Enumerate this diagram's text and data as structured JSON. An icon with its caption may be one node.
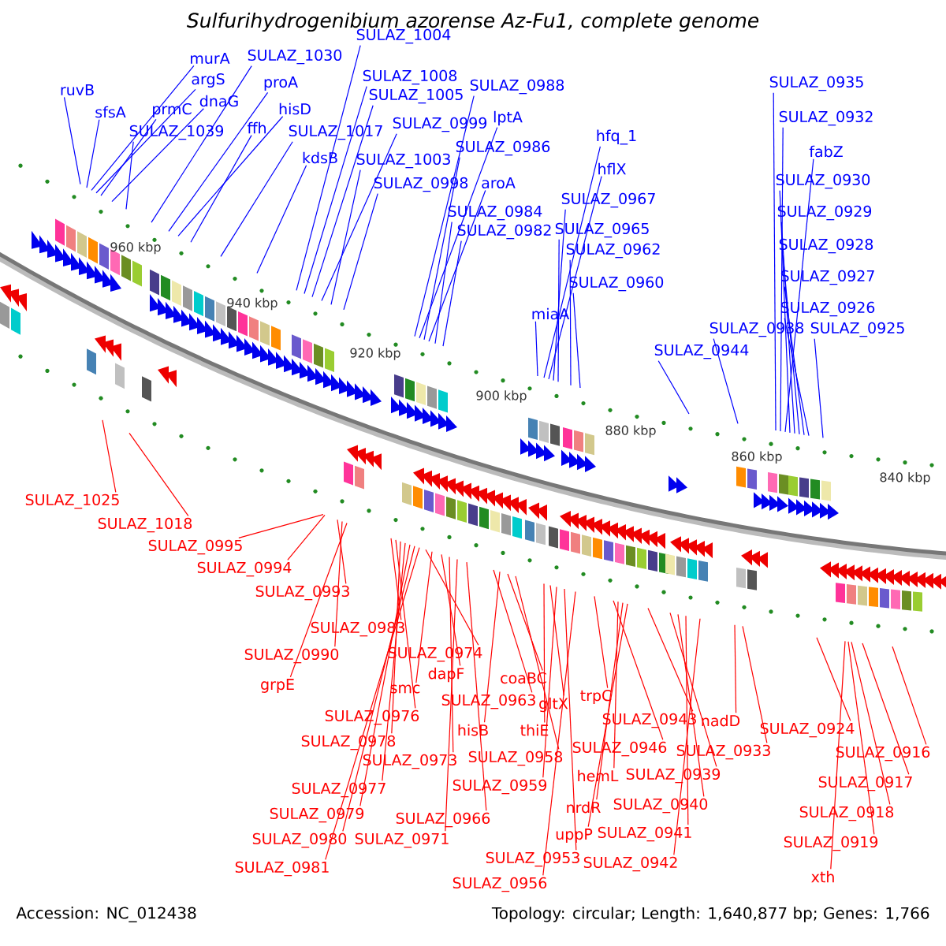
{
  "diagram": {
    "title": "Sulfurihydrogenibium azorense Az-Fu1, complete genome",
    "nodes": [
      {
        "text": [
          "ruvB"
        ]
      },
      {
        "text": [
          "sfsA"
        ]
      },
      {
        "text": [
          "murA"
        ]
      },
      {
        "text": [
          "argS"
        ]
      },
      {
        "text": [
          "prmC"
        ]
      },
      {
        "text": [
          "dnaG"
        ]
      },
      {
        "text": [
          "SULAZ_1039"
        ]
      },
      {
        "text": [
          "SULAZ_1030"
        ]
      },
      {
        "text": [
          "proA"
        ]
      },
      {
        "text": [
          "hisD"
        ]
      },
      {
        "text": [
          "ffh"
        ]
      },
      {
        "text": [
          "SULAZ_1017"
        ]
      },
      {
        "text": [
          "kdsB"
        ]
      },
      {
        "text": [
          "SULAZ_1004"
        ]
      },
      {
        "text": [
          "SULAZ_1008"
        ]
      },
      {
        "text": [
          "SULAZ_1005"
        ]
      },
      {
        "text": [
          "SULAZ_0999"
        ]
      },
      {
        "text": [
          "SULAZ_1003"
        ]
      },
      {
        "text": [
          "SULAZ_0998"
        ]
      },
      {
        "text": [
          "SULAZ_0988"
        ]
      },
      {
        "text": [
          "lptA"
        ]
      },
      {
        "text": [
          "SULAZ_0986"
        ]
      },
      {
        "text": [
          "aroA"
        ]
      },
      {
        "text": [
          "SULAZ_0984"
        ]
      },
      {
        "text": [
          "SULAZ_0982"
        ]
      },
      {
        "text": [
          "hfq_1"
        ]
      },
      {
        "text": [
          "hflX"
        ]
      },
      {
        "text": [
          "SULAZ_0967"
        ]
      },
      {
        "text": [
          "SULAZ_0965"
        ]
      },
      {
        "text": [
          "SULAZ_0962"
        ]
      },
      {
        "text": [
          "SULAZ_0960"
        ]
      },
      {
        "text": [
          "miaA"
        ]
      },
      {
        "text": [
          "SULAZ_0944"
        ]
      },
      {
        "text": [
          "SULAZ_0938"
        ]
      },
      {
        "text": [
          "SULAZ_0935"
        ]
      },
      {
        "text": [
          "SULAZ_0932"
        ]
      },
      {
        "text": [
          "fabZ"
        ]
      },
      {
        "text": [
          "SULAZ_0930"
        ]
      },
      {
        "text": [
          "SULAZ_0929"
        ]
      },
      {
        "text": [
          "SULAZ_0928"
        ]
      },
      {
        "text": [
          "SULAZ_0927"
        ]
      },
      {
        "text": [
          "SULAZ_0926"
        ]
      },
      {
        "text": [
          "SULAZ_0925"
        ]
      },
      {
        "text": [
          "SULAZ_1025"
        ]
      },
      {
        "text": [
          "SULAZ_1018"
        ]
      },
      {
        "text": [
          "SULAZ_0995"
        ]
      },
      {
        "text": [
          "SULAZ_0994"
        ]
      },
      {
        "text": [
          "SULAZ_0993"
        ]
      },
      {
        "text": [
          "SULAZ_0983"
        ]
      },
      {
        "text": [
          "SULAZ_0990"
        ]
      },
      {
        "text": [
          "grpE"
        ]
      },
      {
        "text": [
          "SULAZ_0974"
        ]
      },
      {
        "text": [
          "dapF"
        ]
      },
      {
        "text": [
          "smc"
        ]
      },
      {
        "text": [
          "SULAZ_0976"
        ]
      },
      {
        "text": [
          "SULAZ_0978"
        ]
      },
      {
        "text": [
          "SULAZ_0973"
        ]
      },
      {
        "text": [
          "SULAZ_0977"
        ]
      },
      {
        "text": [
          "SULAZ_0979"
        ]
      },
      {
        "text": [
          "SULAZ_0980"
        ]
      },
      {
        "text": [
          "SULAZ_0971"
        ]
      },
      {
        "text": [
          "SULAZ_0981"
        ]
      },
      {
        "text": [
          "SULAZ_0966"
        ]
      },
      {
        "text": [
          "SULAZ_0963"
        ]
      },
      {
        "text": [
          "hisB"
        ]
      },
      {
        "text": [
          "coaBC"
        ]
      },
      {
        "text": [
          "SULAZ_0958"
        ]
      },
      {
        "text": [
          "thiE"
        ]
      },
      {
        "text": [
          "gltX"
        ]
      },
      {
        "text": [
          "SULAZ_0959"
        ]
      },
      {
        "text": [
          "trpC"
        ]
      },
      {
        "text": [
          "SULAZ_0953"
        ]
      },
      {
        "text": [
          "SULAZ_0956"
        ]
      },
      {
        "text": [
          "SULAZ_0943"
        ]
      },
      {
        "text": [
          "SULAZ_0946"
        ]
      },
      {
        "text": [
          "hemL"
        ]
      },
      {
        "text": [
          "SULAZ_0939"
        ]
      },
      {
        "text": [
          "nrdR"
        ]
      },
      {
        "text": [
          "SULAZ_0940"
        ]
      },
      {
        "text": [
          "uppP"
        ]
      },
      {
        "text": [
          "SULAZ_0941"
        ]
      },
      {
        "text": [
          "SULAZ_0942"
        ]
      },
      {
        "text": [
          "nadD"
        ]
      },
      {
        "text": [
          "SULAZ_0933"
        ]
      },
      {
        "text": [
          "SULAZ_0924"
        ]
      },
      {
        "text": [
          "SULAZ_0916"
        ]
      },
      {
        "text": [
          "SULAZ_0917"
        ]
      },
      {
        "text": [
          "SULAZ_0918"
        ]
      },
      {
        "text": [
          "SULAZ_0919"
        ]
      },
      {
        "text": [
          "xth"
        ]
      }
    ],
    "edges": [
      {
        "from": 0,
        "to": null,
        "arrow": "none",
        "color": "#0000ff"
      },
      {
        "from": 1,
        "to": null,
        "arrow": "none",
        "color": "#0000ff"
      },
      {
        "from": 2,
        "to": null,
        "arrow": "none",
        "color": "#0000ff"
      },
      {
        "from": 3,
        "to": null,
        "arrow": "none",
        "color": "#0000ff"
      },
      {
        "from": 4,
        "to": null,
        "arrow": "none",
        "color": "#0000ff"
      },
      {
        "from": 5,
        "to": null,
        "arrow": "none",
        "color": "#0000ff"
      },
      {
        "from": 6,
        "to": null,
        "arrow": "none",
        "color": "#0000ff"
      },
      {
        "from": 7,
        "to": null,
        "arrow": "none",
        "color": "#0000ff"
      },
      {
        "from": 8,
        "to": null,
        "arrow": "none",
        "color": "#0000ff"
      },
      {
        "from": 9,
        "to": null,
        "arrow": "none",
        "color": "#0000ff"
      },
      {
        "from": 10,
        "to": null,
        "arrow": "none",
        "color": "#0000ff"
      },
      {
        "from": 11,
        "to": null,
        "arrow": "none",
        "color": "#0000ff"
      },
      {
        "from": 12,
        "to": null,
        "arrow": "none",
        "color": "#0000ff"
      },
      {
        "from": 13,
        "to": null,
        "arrow": "none",
        "color": "#0000ff"
      },
      {
        "from": 14,
        "to": null,
        "arrow": "none",
        "color": "#0000ff"
      },
      {
        "from": 15,
        "to": null,
        "arrow": "none",
        "color": "#0000ff"
      },
      {
        "from": 16,
        "to": null,
        "arrow": "none",
        "color": "#0000ff"
      },
      {
        "from": 17,
        "to": null,
        "arrow": "none",
        "color": "#0000ff"
      },
      {
        "from": 18,
        "to": null,
        "arrow": "none",
        "color": "#0000ff"
      },
      {
        "from": 19,
        "to": null,
        "arrow": "none",
        "color": "#0000ff"
      },
      {
        "from": 20,
        "to": null,
        "arrow": "none",
        "color": "#0000ff"
      },
      {
        "from": 21,
        "to": null,
        "arrow": "none",
        "color": "#0000ff"
      },
      {
        "from": 22,
        "to": null,
        "arrow": "none",
        "color": "#0000ff"
      },
      {
        "from": 23,
        "to": null,
        "arrow": "none",
        "color": "#0000ff"
      },
      {
        "from": 24,
        "to": null,
        "arrow": "none",
        "color": "#0000ff"
      },
      {
        "from": 25,
        "to": null,
        "arrow": "none",
        "color": "#0000ff"
      },
      {
        "from": 26,
        "to": null,
        "arrow": "none",
        "color": "#0000ff"
      },
      {
        "from": 27,
        "to": null,
        "arrow": "none",
        "color": "#0000ff"
      },
      {
        "from": 28,
        "to": null,
        "arrow": "none",
        "color": "#0000ff"
      },
      {
        "from": 29,
        "to": null,
        "arrow": "none",
        "color": "#0000ff"
      },
      {
        "from": 30,
        "to": null,
        "arrow": "none",
        "color": "#0000ff"
      },
      {
        "from": 31,
        "to": null,
        "arrow": "none",
        "color": "#0000ff"
      },
      {
        "from": 32,
        "to": null,
        "arrow": "none",
        "color": "#0000ff"
      },
      {
        "from": 33,
        "to": null,
        "arrow": "none",
        "color": "#0000ff"
      },
      {
        "from": 34,
        "to": null,
        "arrow": "none",
        "color": "#0000ff"
      },
      {
        "from": 35,
        "to": null,
        "arrow": "none",
        "color": "#0000ff"
      },
      {
        "from": 36,
        "to": null,
        "arrow": "none",
        "color": "#0000ff"
      },
      {
        "from": 37,
        "to": null,
        "arrow": "none",
        "color": "#0000ff"
      },
      {
        "from": 38,
        "to": null,
        "arrow": "none",
        "color": "#0000ff"
      },
      {
        "from": 39,
        "to": null,
        "arrow": "none",
        "color": "#0000ff"
      },
      {
        "from": 40,
        "to": null,
        "arrow": "none",
        "color": "#0000ff"
      },
      {
        "from": 41,
        "to": null,
        "arrow": "none",
        "color": "#0000ff"
      },
      {
        "from": 42,
        "to": null,
        "arrow": "none",
        "color": "#0000ff"
      },
      {
        "from": 43,
        "to": null,
        "arrow": "none"
      },
      {
        "from": 44,
        "to": null,
        "arrow": "none"
      },
      {
        "from": 45,
        "to": null,
        "arrow": "none"
      },
      {
        "from": 46,
        "to": null,
        "arrow": "none"
      },
      {
        "from": 47,
        "to": null,
        "arrow": "none"
      },
      {
        "from": 48,
        "to": null,
        "arrow": "none"
      },
      {
        "from": 49,
        "to": null,
        "arrow": "none"
      },
      {
        "from": 50,
        "to": null,
        "arrow": "none"
      },
      {
        "from": 51,
        "to": null,
        "arrow": "none"
      },
      {
        "from": 52,
        "to": null,
        "arrow": "none"
      },
      {
        "from": 53,
        "to": null,
        "arrow": "none"
      },
      {
        "from": 54,
        "to": null,
        "arrow": "none"
      },
      {
        "from": 55,
        "to": null,
        "arrow": "none"
      },
      {
        "from": 56,
        "to": null,
        "arrow": "none"
      },
      {
        "from": 57,
        "to": null,
        "arrow": "none"
      },
      {
        "from": 58,
        "to": null,
        "arrow": "none"
      },
      {
        "from": 59,
        "to": null,
        "arrow": "none"
      },
      {
        "from": 60,
        "to": null,
        "arrow": "none"
      },
      {
        "from": 61,
        "to": null,
        "arrow": "none"
      },
      {
        "from": 62,
        "to": null,
        "arrow": "none"
      },
      {
        "from": 63,
        "to": null,
        "arrow": "none"
      },
      {
        "from": 64,
        "to": null,
        "arrow": "none"
      },
      {
        "from": 65,
        "to": null,
        "arrow": "none"
      },
      {
        "from": 66,
        "to": null,
        "arrow": "none"
      },
      {
        "from": 67,
        "to": null,
        "arrow": "none"
      },
      {
        "from": 68,
        "to": null,
        "arrow": "none"
      },
      {
        "from": 69,
        "to": null,
        "arrow": "none"
      },
      {
        "from": 70,
        "to": null,
        "arrow": "none"
      },
      {
        "from": 71,
        "to": null,
        "arrow": "none"
      },
      {
        "from": 72,
        "to": null,
        "arrow": "none"
      },
      {
        "from": 73,
        "to": null,
        "arrow": "none"
      },
      {
        "from": 74,
        "to": null,
        "arrow": "none"
      },
      {
        "from": 75,
        "to": null,
        "arrow": "none"
      },
      {
        "from": 76,
        "to": null,
        "arrow": "none"
      },
      {
        "from": 77,
        "to": null,
        "arrow": "none"
      },
      {
        "from": 78,
        "to": null,
        "arrow": "none"
      },
      {
        "from": 79,
        "to": null,
        "arrow": "none"
      },
      {
        "from": 80,
        "to": null,
        "arrow": "none"
      },
      {
        "from": 81,
        "to": null,
        "arrow": "none"
      },
      {
        "from": 82,
        "to": null,
        "arrow": "none"
      },
      {
        "from": 83,
        "to": null,
        "arrow": "none"
      },
      {
        "from": 84,
        "to": null,
        "arrow": "none"
      },
      {
        "from": 85,
        "to": null,
        "arrow": "none"
      },
      {
        "from": 86,
        "to": null,
        "arrow": "none"
      },
      {
        "from": 87,
        "to": null,
        "arrow": "none"
      },
      {
        "from": 88,
        "to": null,
        "arrow": "none"
      },
      {
        "from": 89,
        "to": null,
        "arrow": "none"
      }
    ],
    "labels": [
      "960 kbp",
      "940 kbp",
      "920 kbp",
      "900 kbp",
      "880 kbp",
      "860 kbp",
      "840 kbp",
      "Accession: NC_012438",
      "Topology: circular; Length: 1,640,877 bp; Genes: 1,766"
    ]
  }
}
